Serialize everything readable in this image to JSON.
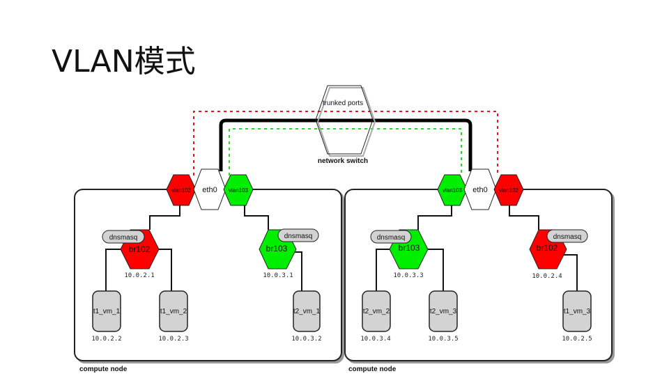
{
  "slide": {
    "title": "VLAN模式"
  },
  "colors": {
    "vlan102": "#ff0000",
    "vlan103": "#00ee00",
    "eth0": "#ffffff",
    "vm": "#d3d3d3",
    "dnsmasq": "#d3d3d3",
    "trunk_line": "#000000"
  },
  "diagram": {
    "switch": {
      "inner_label": "trunked ports",
      "caption": "network switch"
    },
    "nodes": [
      {
        "caption": "compute node",
        "eth0": "eth0",
        "vlans": [
          "vlan102",
          "vlan103"
        ],
        "bridges": [
          {
            "label": "br102",
            "service": "dnsmasq",
            "ip": "10.0.2.1",
            "vlan": "vlan102"
          },
          {
            "label": "br103",
            "service": "dnsmasq",
            "ip": "10.0.3.1",
            "vlan": "vlan103"
          }
        ],
        "vms": [
          {
            "label": "t1_vm_1",
            "ip": "10.0.2.2",
            "bridge": "br102"
          },
          {
            "label": "t1_vm_2",
            "ip": "10.0.2.3",
            "bridge": "br102"
          },
          {
            "label": "t2_vm_1",
            "ip": "10.0.3.2",
            "bridge": "br103"
          }
        ]
      },
      {
        "caption": "compute node",
        "eth0": "eth0",
        "vlans": [
          "vlan103",
          "vlan102"
        ],
        "bridges": [
          {
            "label": "br103",
            "service": "dnsmasq",
            "ip": "10.0.3.3",
            "vlan": "vlan103"
          },
          {
            "label": "br102",
            "service": "dnsmasq",
            "ip": "10.0.2.4",
            "vlan": "vlan102"
          }
        ],
        "vms": [
          {
            "label": "t2_vm_2",
            "ip": "10.0.3.4",
            "bridge": "br103"
          },
          {
            "label": "t2_vm_3",
            "ip": "10.0.3.5",
            "bridge": "br103"
          },
          {
            "label": "t1_vm_3",
            "ip": "10.0.2.5",
            "bridge": "br102"
          }
        ]
      }
    ]
  }
}
